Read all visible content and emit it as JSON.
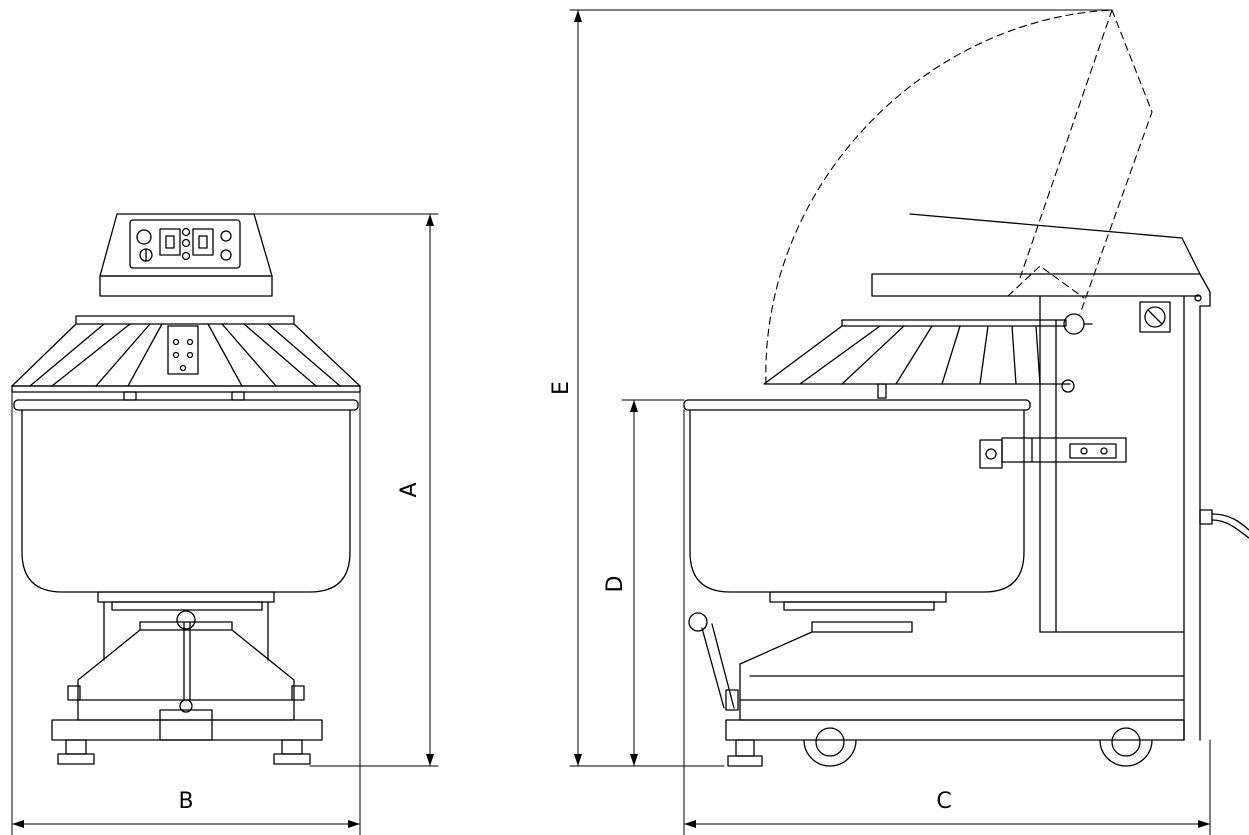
{
  "dimensions": {
    "height_a": "A",
    "width_b": "B",
    "depth_c": "C",
    "bowl_height_d": "D",
    "max_height_e": "E"
  },
  "colors": {
    "line": "#000000",
    "background": "#ffffff"
  }
}
